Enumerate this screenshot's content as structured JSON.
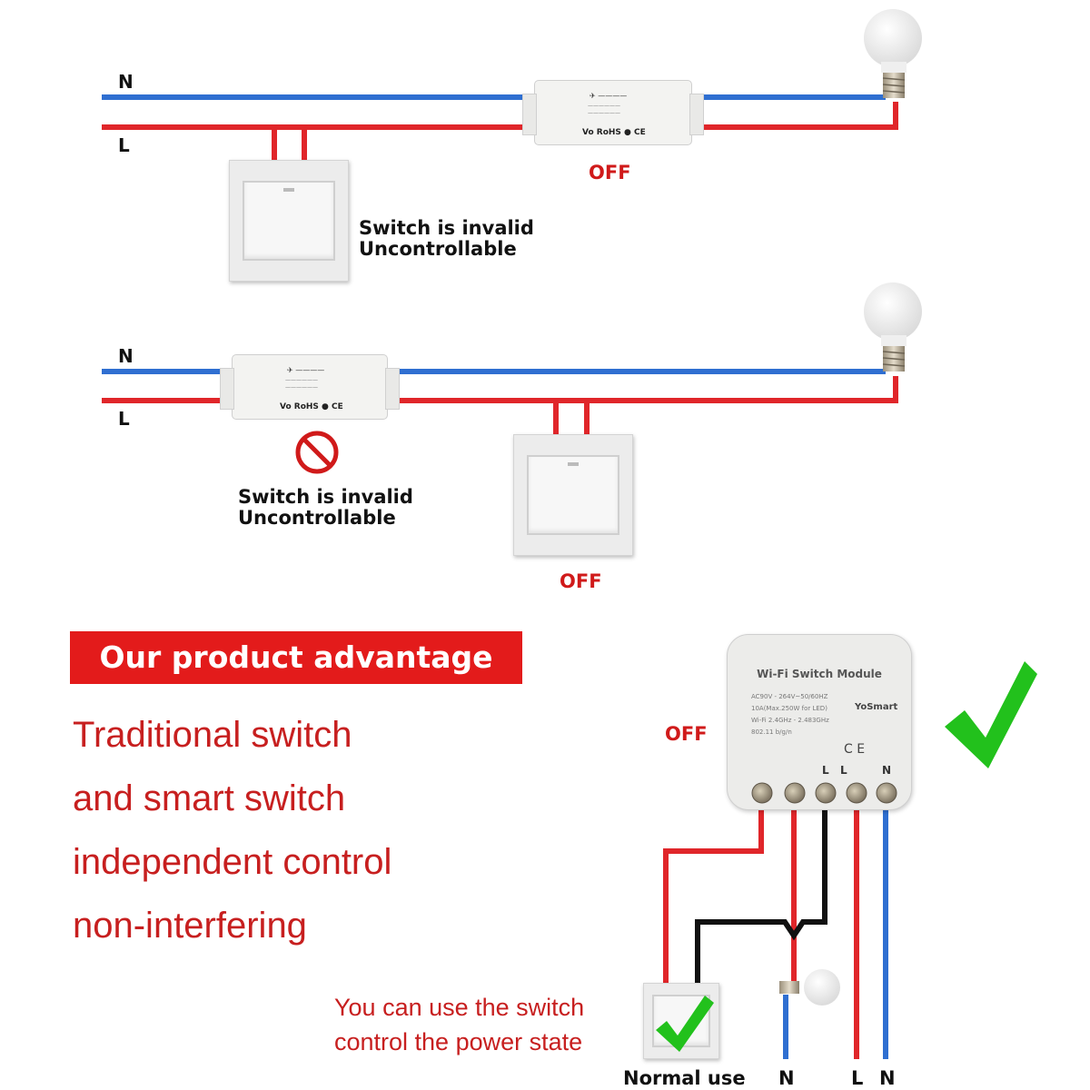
{
  "colors": {
    "neutral": "#2f6fd1",
    "live": "#e0262a",
    "black": "#111111",
    "accent": "#e31b1b",
    "check": "#22c11c"
  },
  "diagram1": {
    "n_label": "N",
    "l_label": "L",
    "module_state": "OFF",
    "switch_note_line1": "Switch is invalid",
    "switch_note_line2": "Uncontrollable",
    "module_mark": "Vo RoHS",
    "module_ce": "CE"
  },
  "diagram2": {
    "n_label": "N",
    "l_label": "L",
    "switch_state": "OFF",
    "module_note_line1": "Switch is invalid",
    "module_note_line2": "Uncontrollable",
    "module_mark": "Vo RoHS",
    "module_ce": "CE",
    "prohibited_icon": "prohibited-icon"
  },
  "advantage": {
    "banner": "Our product advantage",
    "lines": [
      "Traditional switch",
      "and smart switch",
      "independent control",
      "non-interfering"
    ]
  },
  "smart_module": {
    "title": "Wi-Fi Switch Module",
    "spec_lines": [
      "AC90V - 264V~50/60HZ",
      "10A(Max.250W for LED)",
      "Wi-Fi 2.4GHz - 2.483GHz",
      "802.11 b/g/n"
    ],
    "brand": "YoSmart",
    "state": "OFF",
    "terminal_labels": [
      "L",
      "L",
      "N"
    ],
    "check_icon": "check-icon"
  },
  "bottom": {
    "hint_line1": "You can use the switch",
    "hint_line2": "control the power state",
    "switch_caption": "Normal use",
    "wire_labels": [
      "N",
      "L",
      "N"
    ]
  }
}
